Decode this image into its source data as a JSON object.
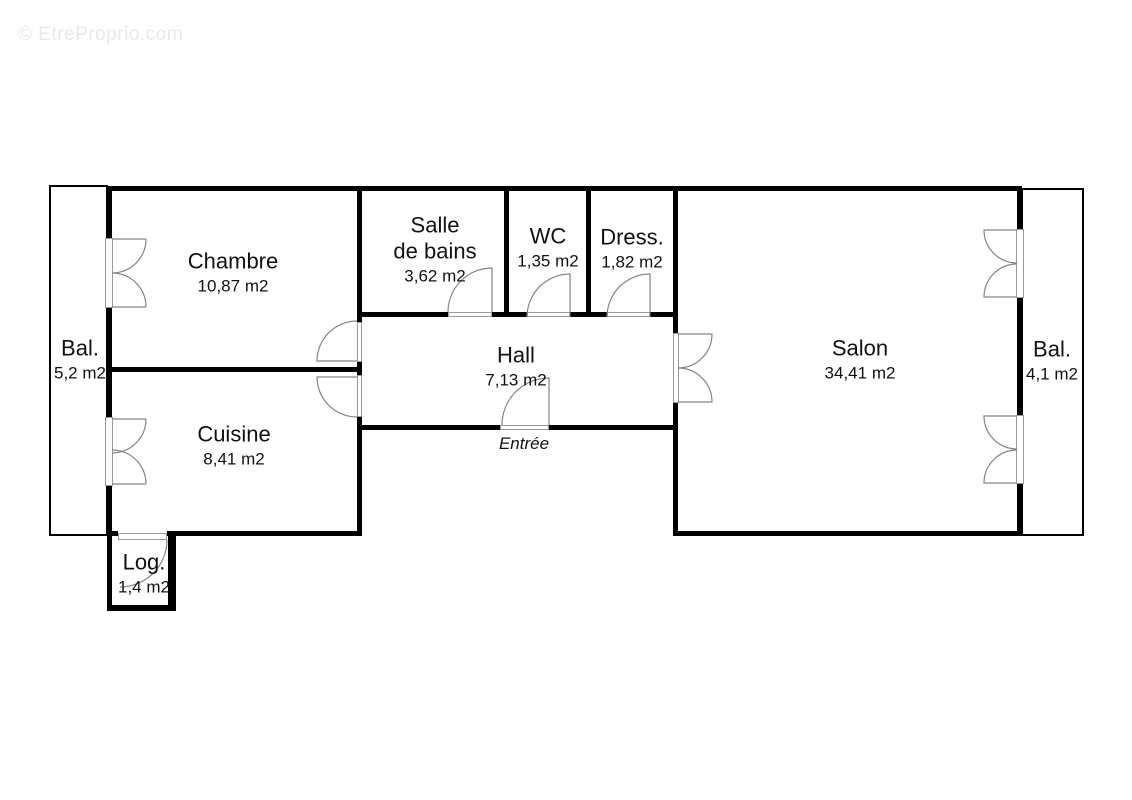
{
  "watermark": "© EtreProprio.com",
  "rooms": {
    "chambre": {
      "name": "Chambre",
      "area": "10,87 m2"
    },
    "salle_de_bains": {
      "name_line1": "Salle",
      "name_line2": "de bains",
      "area": "3,62 m2"
    },
    "wc": {
      "name": "WC",
      "area": "1,35 m2"
    },
    "dressing": {
      "name": "Dress.",
      "area": "1,82 m2"
    },
    "hall": {
      "name": "Hall",
      "area": "7,13 m2"
    },
    "salon": {
      "name": "Salon",
      "area": "34,41 m2"
    },
    "cuisine": {
      "name": "Cuisine",
      "area": "8,41 m2"
    },
    "balcon_gauche": {
      "name": "Bal.",
      "area": "5,2 m2"
    },
    "balcon_droit": {
      "name": "Bal.",
      "area": "4,1 m2"
    },
    "loggia": {
      "name": "Log.",
      "area": "1,4 m2"
    },
    "entree": {
      "name": "Entrée"
    }
  },
  "colors": {
    "wall": "#000000",
    "door_swing": "#858585",
    "door_frame": "#9a9a9a",
    "background": "#ffffff",
    "text": "#111111",
    "watermark": "#e9e9e9"
  }
}
